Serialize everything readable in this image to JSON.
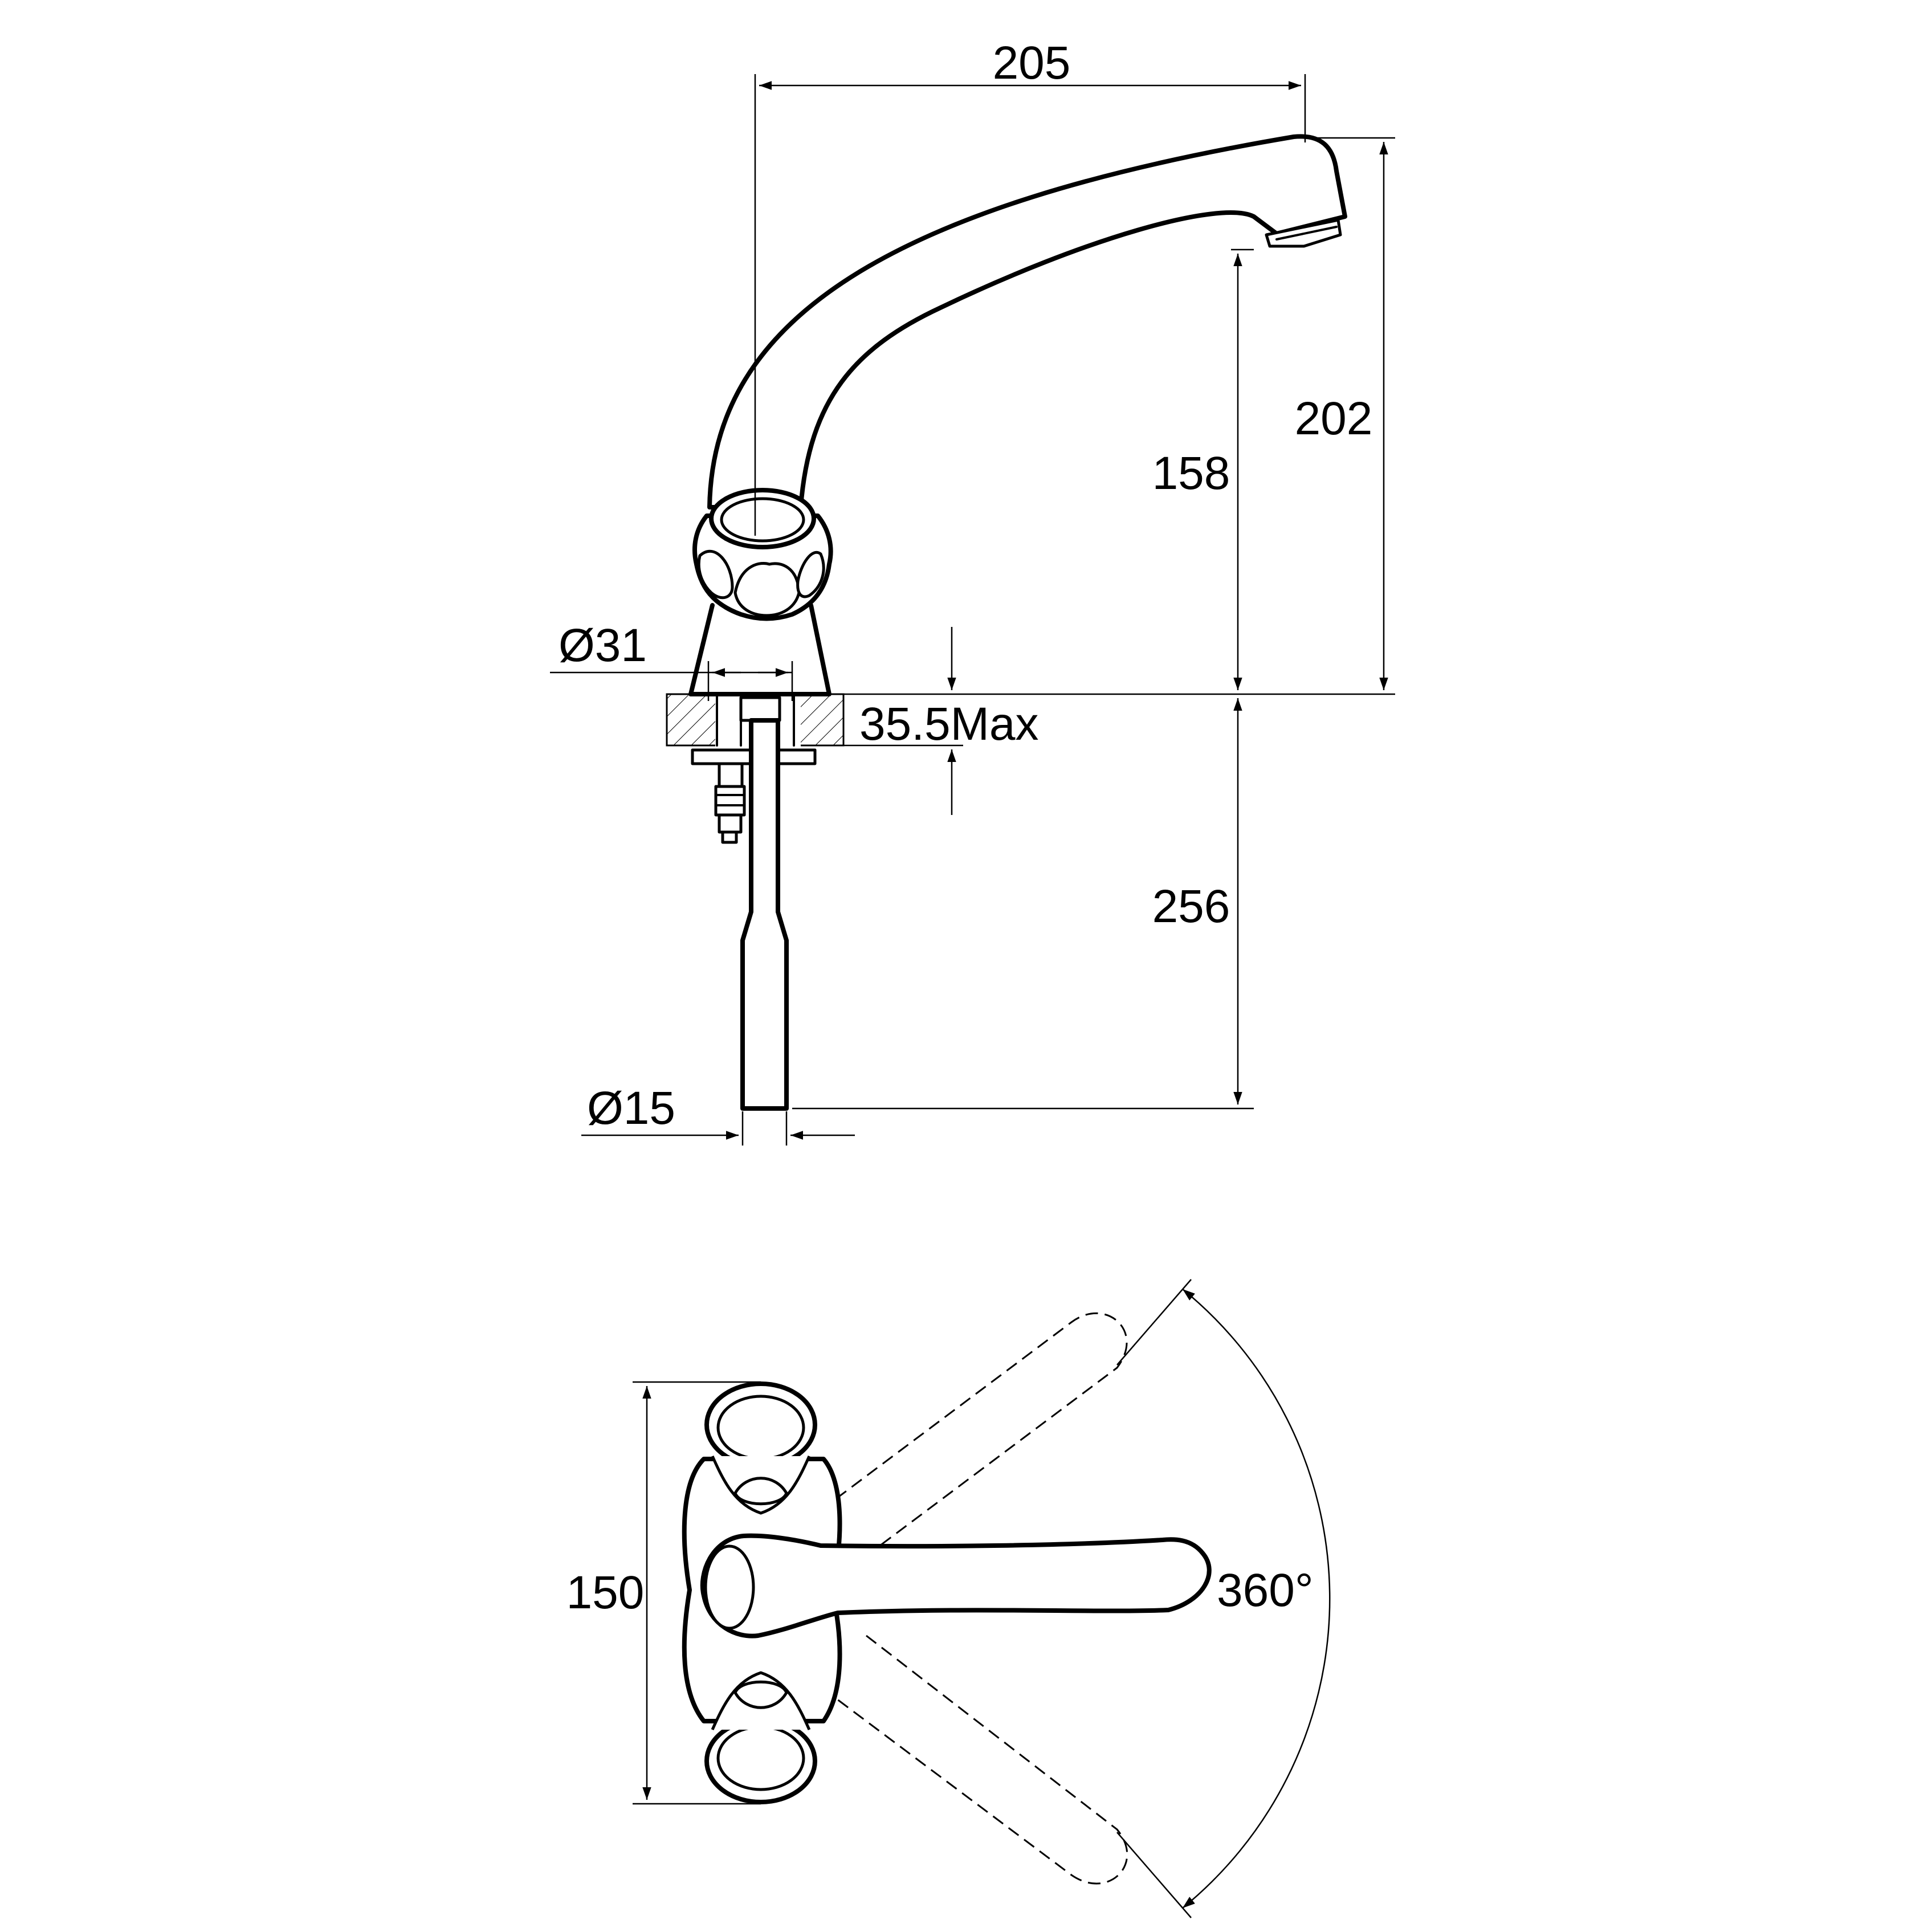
{
  "drawing": {
    "title": "",
    "dimensions": {
      "spout_reach": "205",
      "total_height": "202",
      "spout_outlet_height": "158",
      "base_diameter": "Ø31",
      "deck_thickness": "35.5Max",
      "tail_length": "256",
      "tail_diameter": "Ø15",
      "body_width": "150",
      "swivel_angle": "360°"
    }
  }
}
